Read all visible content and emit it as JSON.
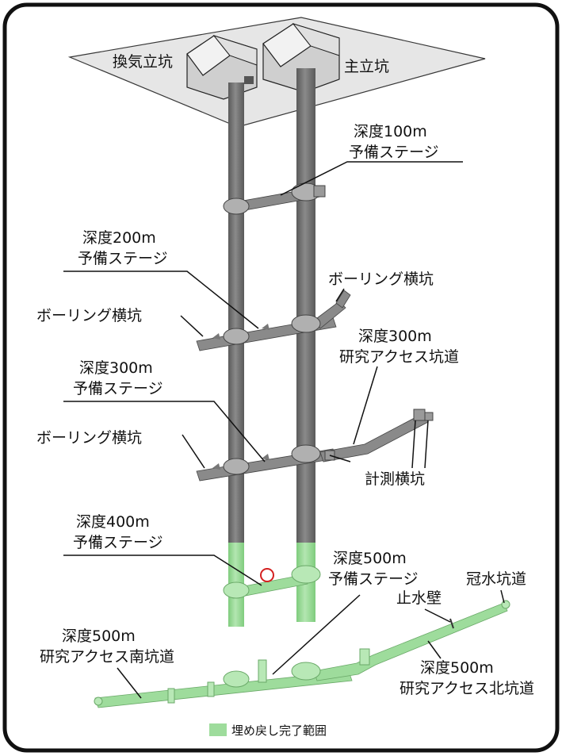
{
  "colors": {
    "shaft": "#7b7b7b",
    "shaft_dark": "#5e5e5e",
    "shaft_light": "#a6a6a6",
    "backfill": "#9edc9c",
    "backfill_dark": "#6fbf6d",
    "ground": "#e6e6e6",
    "marker": "#d42020",
    "frame": "#111111"
  },
  "icons": {
    "building_left": "ventilation-building-icon",
    "building_right": "main-building-icon"
  },
  "labels": {
    "vent_shaft": "換気立坑",
    "main_shaft": "主立坑",
    "stage100_l1": "深度100m",
    "stage100_l2": "予備ステージ",
    "stage200_l1": "深度200m",
    "stage200_l2": "予備ステージ",
    "boring_right": "ボーリング横坑",
    "boring_left_upper": "ボーリング横坑",
    "gallery300_l1": "深度300m",
    "gallery300_l2": "研究アクセス坑道",
    "stage300_l1": "深度300m",
    "stage300_l2": "予備ステージ",
    "boring_left_lower": "ボーリング横坑",
    "measure": "計測横坑",
    "stage400_l1": "深度400m",
    "stage400_l2": "予備ステージ",
    "stage500_l1": "深度500m",
    "stage500_l2": "予備ステージ",
    "flooded": "冠水坑道",
    "water_wall": "止水壁",
    "south_l1": "深度500m",
    "south_l2": "研究アクセス南坑道",
    "north_l1": "深度500m",
    "north_l2": "研究アクセス北坑道"
  },
  "legend": {
    "label": "埋め戻し完了範囲"
  }
}
